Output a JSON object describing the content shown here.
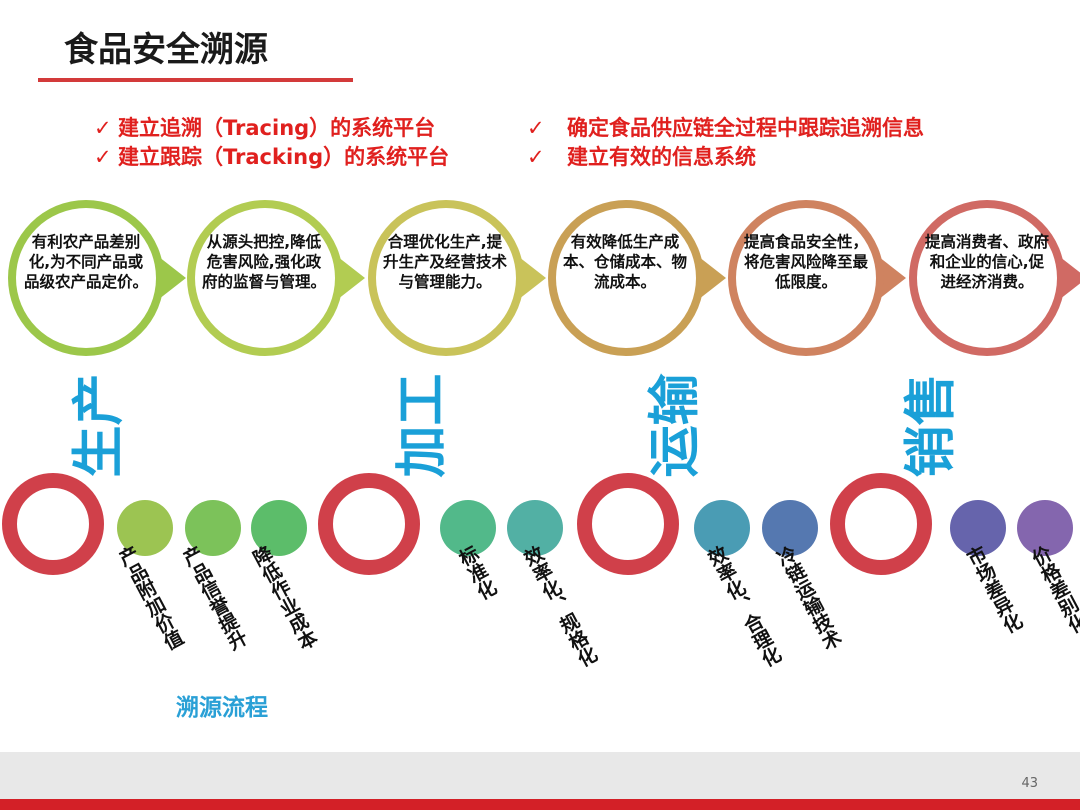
{
  "title": "食品安全溯源",
  "bullets_left": [
    "建立追溯（Tracing）的系统平台",
    "建立跟踪（Tracking）的系统平台"
  ],
  "bullets_right": [
    "确定食品供应链全过程中跟踪追溯信息",
    "建立有效的信息系统"
  ],
  "check_mark": "✓",
  "chevrons": [
    {
      "text": "有利农产品差别化,为不同产品或品级农产品定价。",
      "color": "#9cc74a"
    },
    {
      "text": "从源头把控,降低危害风险,强化政府的监督与管理。",
      "color": "#b2cc52"
    },
    {
      "text": "合理优化生产,提升生产及经营技术与管理能力。",
      "color": "#c9c35a"
    },
    {
      "text": "有效降低生产成本、仓储成本、物流成本。",
      "color": "#c9a055"
    },
    {
      "text": "提高食品安全性，将危害风险降至最低限度。",
      "color": "#cf8360"
    },
    {
      "text": "提高消费者、政府和企业的信心,促进经济消费。",
      "color": "#d06a64"
    }
  ],
  "stages": [
    "生产",
    "加工",
    "运输",
    "销售"
  ],
  "dot_labels": [
    {
      "text": "产品附加价值",
      "color": "#9cc452"
    },
    {
      "text": "产品信誉提升",
      "color": "#7cc25a"
    },
    {
      "text": "降低作业成本",
      "color": "#5cbd6a"
    },
    {
      "text": "标准化",
      "color": "#52b98a"
    },
    {
      "text": "效率化、规格化",
      "color": "#52b0a4"
    },
    {
      "text": "效率化、合理化",
      "color": "#4a9cb4"
    },
    {
      "text": "冷链运输技术",
      "color": "#5578b0"
    },
    {
      "text": "市场差异化",
      "color": "#6664ac"
    },
    {
      "text": "价格差别化",
      "color": "#8466ae"
    }
  ],
  "flow_label": "溯源流程",
  "page_number": "43"
}
